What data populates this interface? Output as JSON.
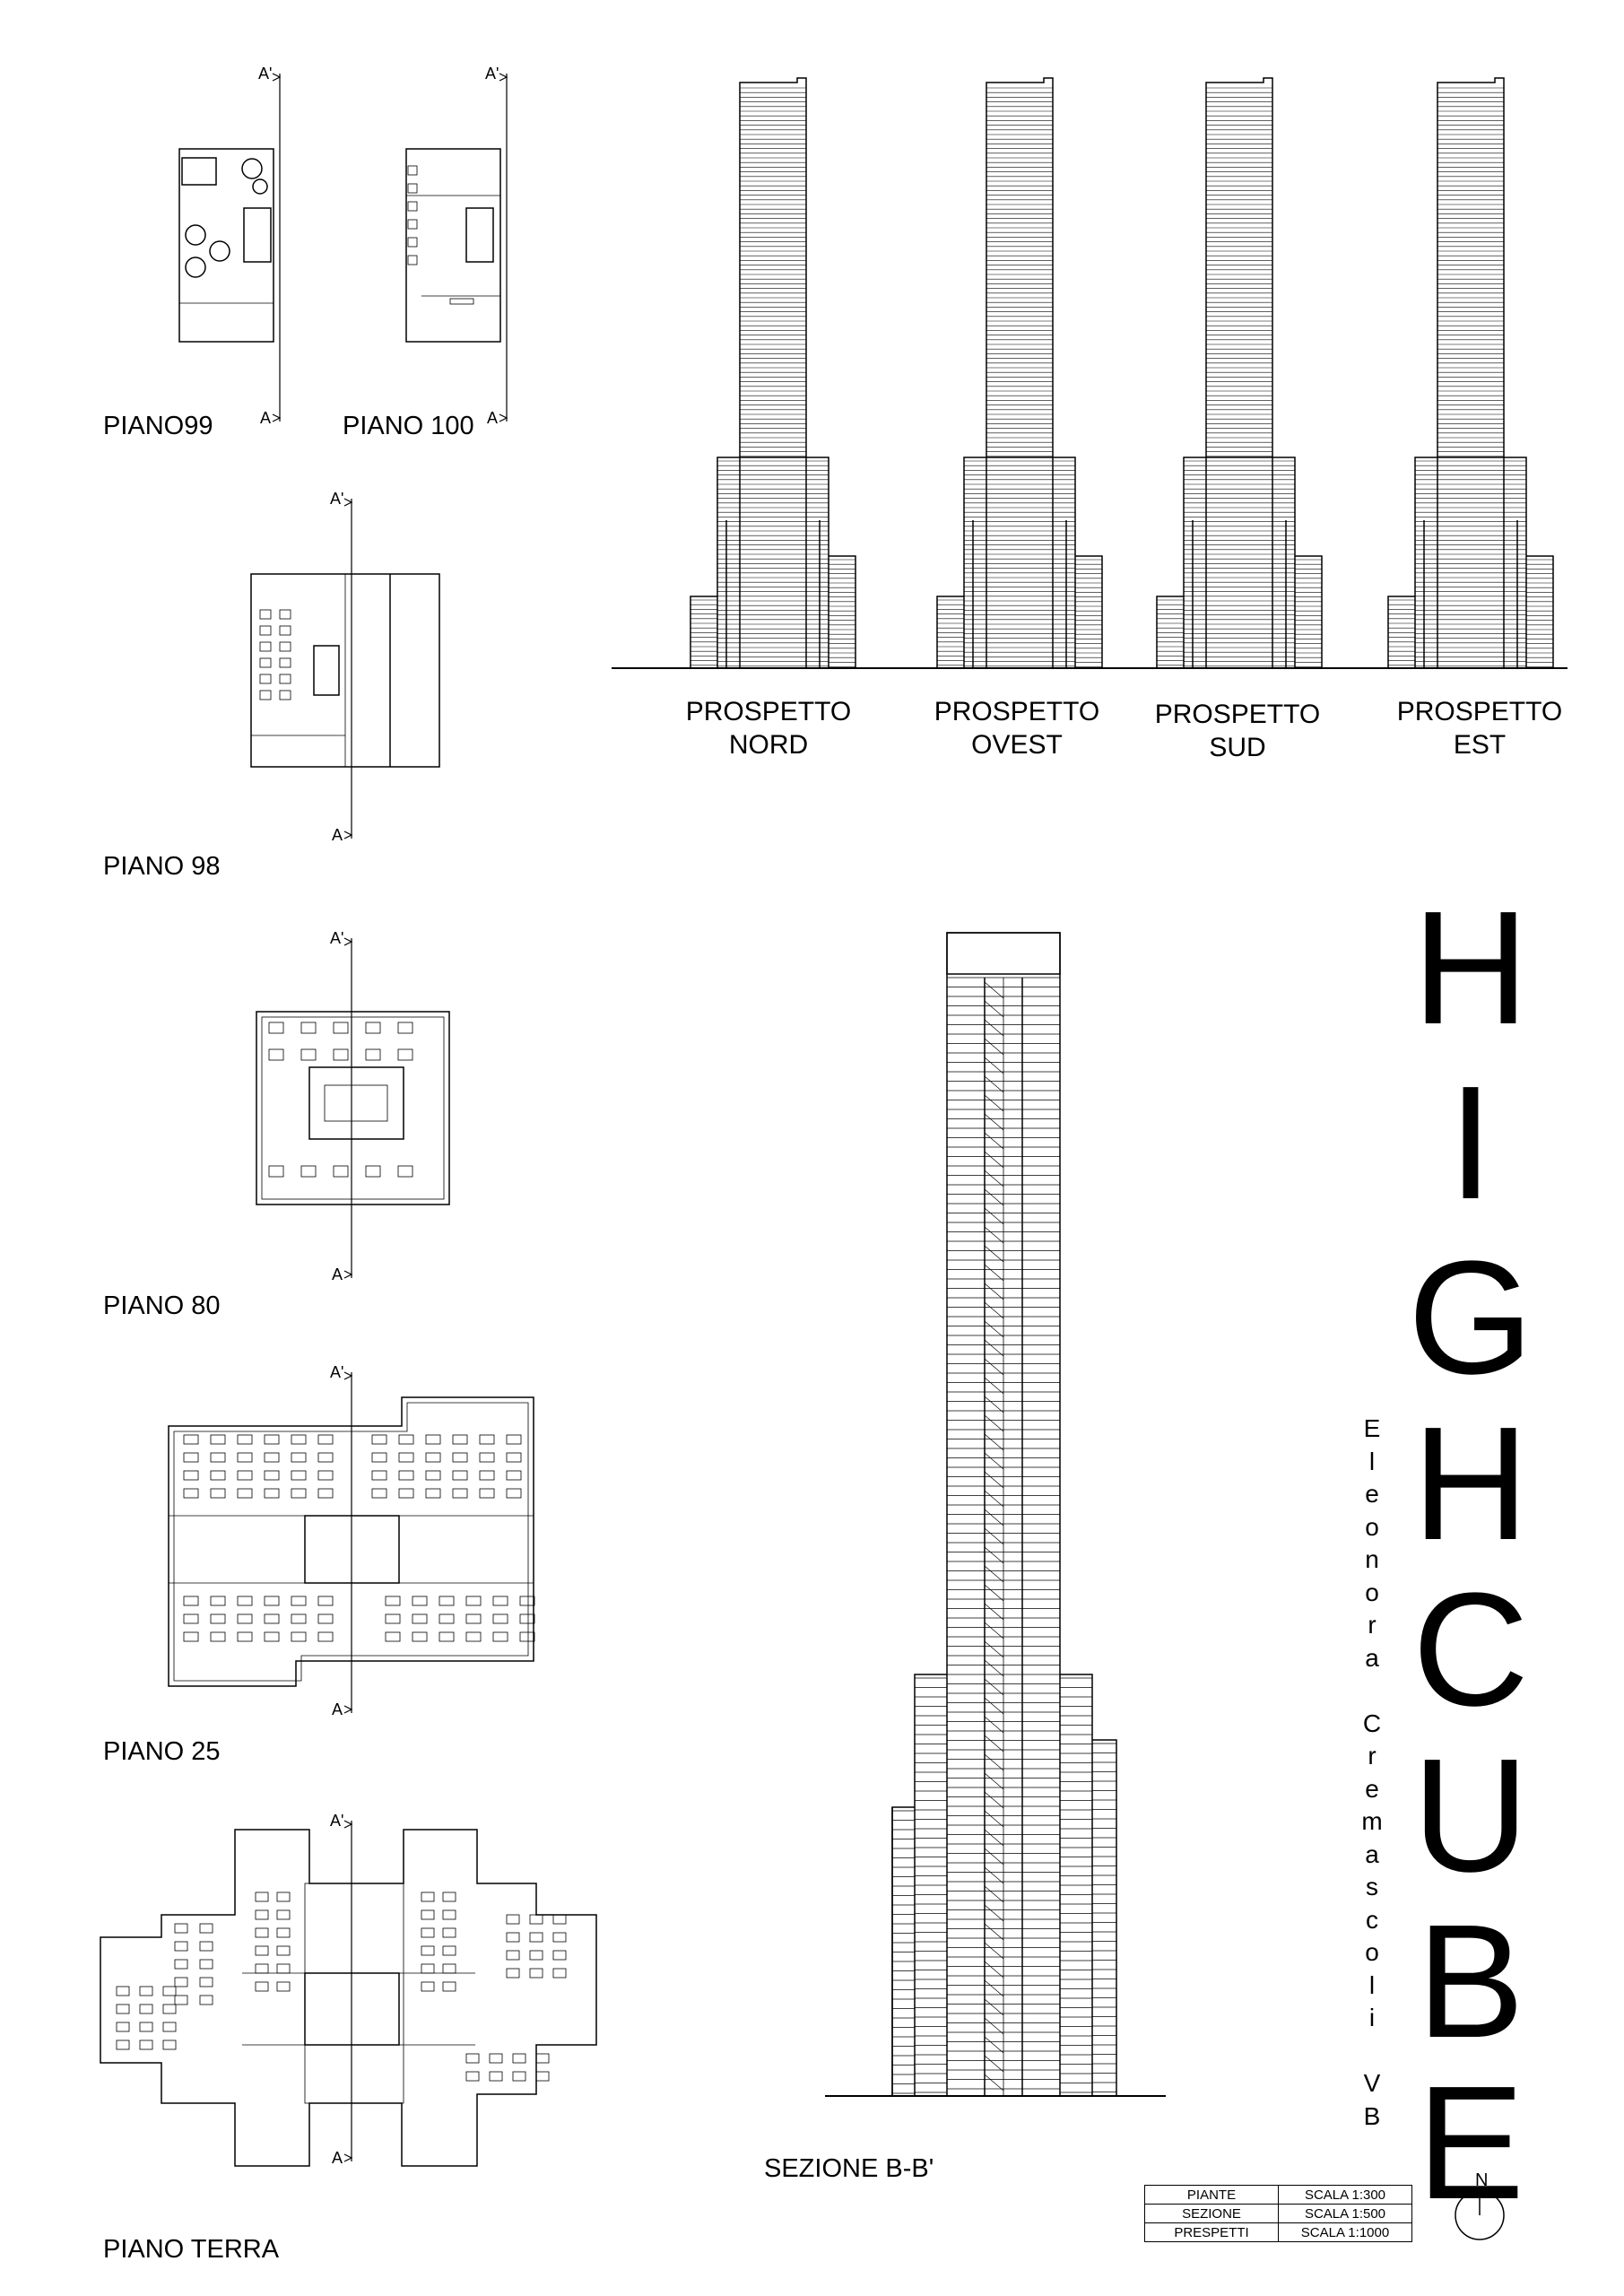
{
  "plans": [
    {
      "key": "p99",
      "label": "PIANO99"
    },
    {
      "key": "p100",
      "label": "PIANO 100"
    },
    {
      "key": "p98",
      "label": "PIANO 98"
    },
    {
      "key": "p80",
      "label": "PIANO 80"
    },
    {
      "key": "p25",
      "label": "PIANO 25"
    },
    {
      "key": "pt",
      "label": "PIANO TERRA"
    }
  ],
  "section_marks": {
    "top": "A'",
    "bottom": "A"
  },
  "elevations": [
    {
      "line1": "PROSPETTO",
      "line2": "NORD"
    },
    {
      "line1": "PROSPETTO",
      "line2": "OVEST"
    },
    {
      "line1": "PROSPETTO",
      "line2": "SUD"
    },
    {
      "line1": "PROSPETTO",
      "line2": "EST"
    }
  ],
  "section_label": "SEZIONE B-B'",
  "title_letters": [
    "H",
    "I",
    "G",
    "H",
    "C",
    "U",
    "B",
    "E"
  ],
  "author_letters": [
    "E",
    "l",
    "e",
    "o",
    "n",
    "o",
    "r",
    "a",
    "",
    "C",
    "r",
    "e",
    "m",
    "a",
    "s",
    "c",
    "o",
    "l",
    "i",
    "",
    "V",
    "B"
  ],
  "scale_table": [
    {
      "item": "PIANTE",
      "scale": "SCALA 1:300"
    },
    {
      "item": "SEZIONE",
      "scale": "SCALA 1:500"
    },
    {
      "item": "PRESPETTI",
      "scale": "SCALA 1:1000"
    }
  ],
  "north_label": "N"
}
